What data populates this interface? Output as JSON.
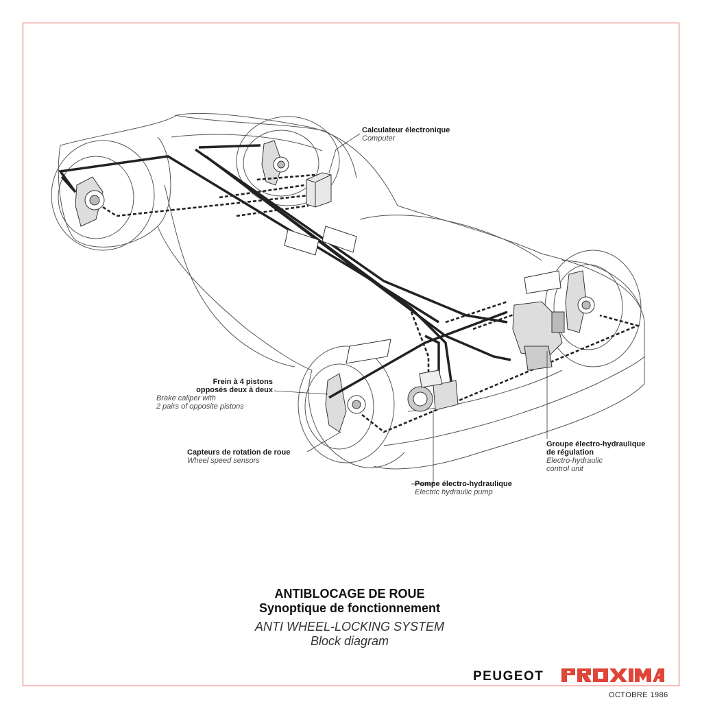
{
  "labels": {
    "computer": {
      "fr": "Calculateur électronique",
      "en": "Computer"
    },
    "caliper": {
      "fr1": "Frein à 4 pistons",
      "fr2": "opposés deux à deux",
      "en1": "Brake caliper with",
      "en2": "2 pairs of opposite pistons"
    },
    "sensors": {
      "fr": "Capteurs de rotation de roue",
      "en": "Wheel speed sensors"
    },
    "pump": {
      "fr": "Pompe électro-hydraulique",
      "en": "Electric hydraulic pump"
    },
    "control_unit": {
      "fr1": "Groupe électro-hydraulique",
      "fr2": "de régulation",
      "en1": "Electro-hydraulic",
      "en2": "control unit"
    }
  },
  "title": {
    "fr1": "ANTIBLOCAGE DE ROUE",
    "fr2": "Synoptique de fonctionnement",
    "en1": "ANTI WHEEL-LOCKING SYSTEM",
    "en2": "Block diagram"
  },
  "brand": {
    "maker": "PEUGEOT",
    "model": "PROXIMA"
  },
  "date": "OCTOBRE 1986",
  "colors": {
    "frame": "#e0584a",
    "logo": "#e0453a",
    "ink": "#222222"
  }
}
